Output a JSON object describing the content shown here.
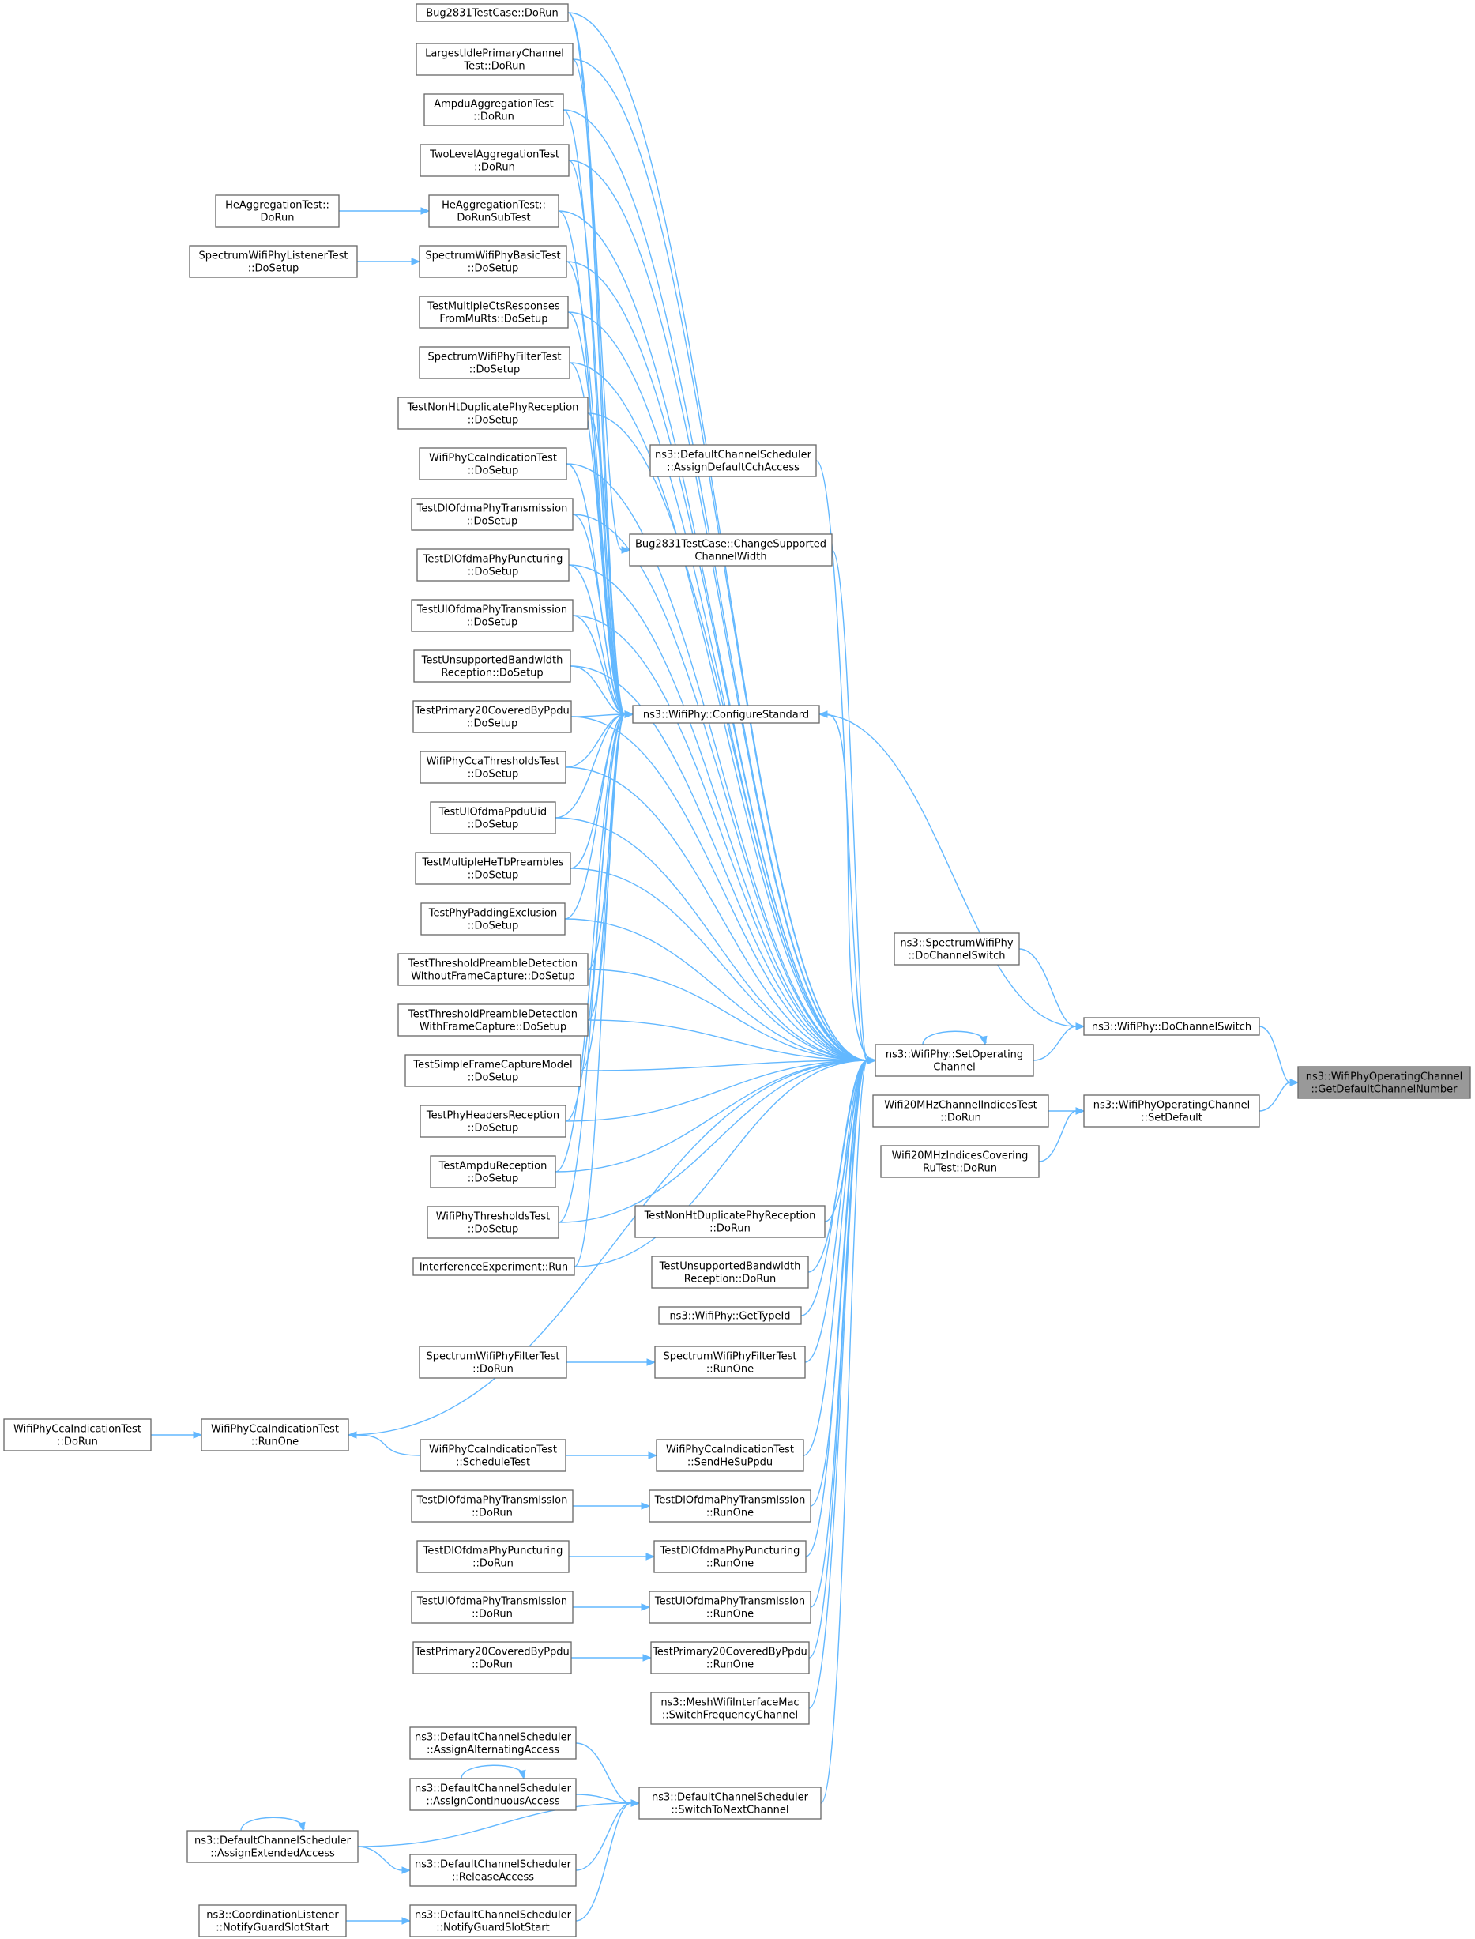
{
  "diagram": {
    "root": "getdefault",
    "nodes": [
      {
        "id": "getdefault",
        "lines": [
          "ns3::WifiPhyOperatingChannel",
          "::GetDefaultChannelNumber"
        ]
      },
      {
        "id": "dochanswitch",
        "lines": [
          "ns3::WifiPhy::DoChannelSwitch"
        ]
      },
      {
        "id": "setdefault",
        "lines": [
          "ns3::WifiPhyOperatingChannel",
          "::SetDefault"
        ]
      },
      {
        "id": "spectrumdoswitch",
        "lines": [
          "ns3::SpectrumWifiPhy",
          "::DoChannelSwitch"
        ]
      },
      {
        "id": "wifi20chan",
        "lines": [
          "Wifi20MHzChannelIndicesTest",
          "::DoRun"
        ]
      },
      {
        "id": "wifi20ru",
        "lines": [
          "Wifi20MHzIndicesCovering",
          "RuTest::DoRun"
        ]
      },
      {
        "id": "setop",
        "lines": [
          "ns3::WifiPhy::SetOperating",
          "Channel"
        ]
      },
      {
        "id": "configstd",
        "lines": [
          "ns3::WifiPhy::ConfigureStandard"
        ]
      },
      {
        "id": "assigndefcch",
        "lines": [
          "ns3::DefaultChannelScheduler",
          "::AssignDefaultCchAccess"
        ]
      },
      {
        "id": "bugchange",
        "lines": [
          "Bug2831TestCase::ChangeSupported",
          "ChannelWidth"
        ]
      },
      {
        "id": "bugdorun",
        "lines": [
          "Bug2831TestCase::DoRun"
        ]
      },
      {
        "id": "largestidle",
        "lines": [
          "LargestIdlePrimaryChannel",
          "Test::DoRun"
        ]
      },
      {
        "id": "ampduagg",
        "lines": [
          "AmpduAggregationTest",
          "::DoRun"
        ]
      },
      {
        "id": "twolevel",
        "lines": [
          "TwoLevelAggregationTest",
          "::DoRun"
        ]
      },
      {
        "id": "heaggsub",
        "lines": [
          "HeAggregationTest::",
          "DoRunSubTest"
        ]
      },
      {
        "id": "heaggrun",
        "lines": [
          "HeAggregationTest::",
          "DoRun"
        ]
      },
      {
        "id": "specbasic",
        "lines": [
          "SpectrumWifiPhyBasicTest",
          "::DoSetup"
        ]
      },
      {
        "id": "speclistener",
        "lines": [
          "SpectrumWifiPhyListenerTest",
          "::DoSetup"
        ]
      },
      {
        "id": "multicts",
        "lines": [
          "TestMultipleCtsResponses",
          "FromMuRts::DoSetup"
        ]
      },
      {
        "id": "specfiltersetup",
        "lines": [
          "SpectrumWifiPhyFilterTest",
          "::DoSetup"
        ]
      },
      {
        "id": "nonhtsetup",
        "lines": [
          "TestNonHtDuplicatePhyReception",
          "::DoSetup"
        ]
      },
      {
        "id": "ccaindsetup",
        "lines": [
          "WifiPhyCcaIndicationTest",
          "::DoSetup"
        ]
      },
      {
        "id": "dltxsetup",
        "lines": [
          "TestDlOfdmaPhyTransmission",
          "::DoSetup"
        ]
      },
      {
        "id": "dlpuncsetup",
        "lines": [
          "TestDlOfdmaPhyPuncturing",
          "::DoSetup"
        ]
      },
      {
        "id": "ultxsetup",
        "lines": [
          "TestUlOfdmaPhyTransmission",
          "::DoSetup"
        ]
      },
      {
        "id": "unsupbwsetup",
        "lines": [
          "TestUnsupportedBandwidth",
          "Reception::DoSetup"
        ]
      },
      {
        "id": "p20setup",
        "lines": [
          "TestPrimary20CoveredByPpdu",
          "::DoSetup"
        ]
      },
      {
        "id": "ccathresh",
        "lines": [
          "WifiPhyCcaThresholdsTest",
          "::DoSetup"
        ]
      },
      {
        "id": "ulppdu",
        "lines": [
          "TestUlOfdmaPpduUid",
          "::DoSetup"
        ]
      },
      {
        "id": "multihetb",
        "lines": [
          "TestMultipleHeTbPreambles",
          "::DoSetup"
        ]
      },
      {
        "id": "padexcl",
        "lines": [
          "TestPhyPaddingExclusion",
          "::DoSetup"
        ]
      },
      {
        "id": "threshwithout",
        "lines": [
          "TestThresholdPreambleDetection",
          "WithoutFrameCapture::DoSetup"
        ]
      },
      {
        "id": "threshwith",
        "lines": [
          "TestThresholdPreambleDetection",
          "WithFrameCapture::DoSetup"
        ]
      },
      {
        "id": "simplefc",
        "lines": [
          "TestSimpleFrameCaptureModel",
          "::DoSetup"
        ]
      },
      {
        "id": "phyheaders",
        "lines": [
          "TestPhyHeadersReception",
          "::DoSetup"
        ]
      },
      {
        "id": "ampdurecep",
        "lines": [
          "TestAmpduReception",
          "::DoSetup"
        ]
      },
      {
        "id": "phythresh",
        "lines": [
          "WifiPhyThresholdsTest",
          "::DoSetup"
        ]
      },
      {
        "id": "interfexp",
        "lines": [
          "InterferenceExperiment::Run"
        ]
      },
      {
        "id": "nonhtrun",
        "lines": [
          "TestNonHtDuplicatePhyReception",
          "::DoRun"
        ]
      },
      {
        "id": "unsupbwrun",
        "lines": [
          "TestUnsupportedBandwidth",
          "Reception::DoRun"
        ]
      },
      {
        "id": "gettypeid",
        "lines": [
          "ns3::WifiPhy::GetTypeId"
        ]
      },
      {
        "id": "specfilterrunone",
        "lines": [
          "SpectrumWifiPhyFilterTest",
          "::RunOne"
        ]
      },
      {
        "id": "specfilterdorun",
        "lines": [
          "SpectrumWifiPhyFilterTest",
          "::DoRun"
        ]
      },
      {
        "id": "ccarunone",
        "lines": [
          "WifiPhyCcaIndicationTest",
          "::RunOne"
        ]
      },
      {
        "id": "ccadorun",
        "lines": [
          "WifiPhyCcaIndicationTest",
          "::DoRun"
        ]
      },
      {
        "id": "ccasched",
        "lines": [
          "WifiPhyCcaIndicationTest",
          "::ScheduleTest"
        ]
      },
      {
        "id": "ccasendhe",
        "lines": [
          "WifiPhyCcaIndicationTest",
          "::SendHeSuPpdu"
        ]
      },
      {
        "id": "dltxrunone",
        "lines": [
          "TestDlOfdmaPhyTransmission",
          "::RunOne"
        ]
      },
      {
        "id": "dltxdorun",
        "lines": [
          "TestDlOfdmaPhyTransmission",
          "::DoRun"
        ]
      },
      {
        "id": "dlpuncrunone",
        "lines": [
          "TestDlOfdmaPhyPuncturing",
          "::RunOne"
        ]
      },
      {
        "id": "dlpuncdorun",
        "lines": [
          "TestDlOfdmaPhyPuncturing",
          "::DoRun"
        ]
      },
      {
        "id": "ultxrunone",
        "lines": [
          "TestUlOfdmaPhyTransmission",
          "::RunOne"
        ]
      },
      {
        "id": "ultxdorun",
        "lines": [
          "TestUlOfdmaPhyTransmission",
          "::DoRun"
        ]
      },
      {
        "id": "p20runone",
        "lines": [
          "TestPrimary20CoveredByPpdu",
          "::RunOne"
        ]
      },
      {
        "id": "p20dorun",
        "lines": [
          "TestPrimary20CoveredByPpdu",
          "::DoRun"
        ]
      },
      {
        "id": "meshswitch",
        "lines": [
          "ns3::MeshWifiInterfaceMac",
          "::SwitchFrequencyChannel"
        ]
      },
      {
        "id": "switchnext",
        "lines": [
          "ns3::DefaultChannelScheduler",
          "::SwitchToNextChannel"
        ]
      },
      {
        "id": "assignalt",
        "lines": [
          "ns3::DefaultChannelScheduler",
          "::AssignAlternatingAccess"
        ]
      },
      {
        "id": "assigncont",
        "lines": [
          "ns3::DefaultChannelScheduler",
          "::AssignContinuousAccess"
        ]
      },
      {
        "id": "assignext",
        "lines": [
          "ns3::DefaultChannelScheduler",
          "::AssignExtendedAccess"
        ]
      },
      {
        "id": "release",
        "lines": [
          "ns3::DefaultChannelScheduler",
          "::ReleaseAccess"
        ]
      },
      {
        "id": "notifyguard",
        "lines": [
          "ns3::DefaultChannelScheduler",
          "::NotifyGuardSlotStart"
        ]
      },
      {
        "id": "coordnotify",
        "lines": [
          "ns3::CoordinationListener",
          "::NotifyGuardSlotStart"
        ]
      }
    ],
    "edges": [
      [
        "dochanswitch",
        "getdefault"
      ],
      [
        "setdefault",
        "getdefault"
      ],
      [
        "spectrumdoswitch",
        "dochanswitch"
      ],
      [
        "setop",
        "dochanswitch"
      ],
      [
        "configstd",
        "dochanswitch"
      ],
      [
        "wifi20chan",
        "setdefault"
      ],
      [
        "wifi20ru",
        "setdefault"
      ],
      [
        "setop",
        "setop"
      ],
      [
        "setop",
        "configstd"
      ],
      [
        "assigndefcch",
        "setop"
      ],
      [
        "bugchange",
        "setop"
      ],
      [
        "bugdorun",
        "setop"
      ],
      [
        "bugdorun",
        "configstd"
      ],
      [
        "bugdorun",
        "bugchange"
      ],
      [
        "largestidle",
        "setop"
      ],
      [
        "largestidle",
        "configstd"
      ],
      [
        "ampduagg",
        "setop"
      ],
      [
        "ampduagg",
        "configstd"
      ],
      [
        "twolevel",
        "setop"
      ],
      [
        "twolevel",
        "configstd"
      ],
      [
        "heaggsub",
        "setop"
      ],
      [
        "heaggsub",
        "configstd"
      ],
      [
        "heaggrun",
        "heaggsub"
      ],
      [
        "specbasic",
        "setop"
      ],
      [
        "specbasic",
        "configstd"
      ],
      [
        "speclistener",
        "specbasic"
      ],
      [
        "multicts",
        "setop"
      ],
      [
        "multicts",
        "configstd"
      ],
      [
        "specfiltersetup",
        "setop"
      ],
      [
        "specfiltersetup",
        "configstd"
      ],
      [
        "nonhtsetup",
        "setop"
      ],
      [
        "nonhtsetup",
        "configstd"
      ],
      [
        "ccaindsetup",
        "setop"
      ],
      [
        "ccaindsetup",
        "configstd"
      ],
      [
        "dltxsetup",
        "setop"
      ],
      [
        "dltxsetup",
        "configstd"
      ],
      [
        "dlpuncsetup",
        "setop"
      ],
      [
        "dlpuncsetup",
        "configstd"
      ],
      [
        "ultxsetup",
        "setop"
      ],
      [
        "ultxsetup",
        "configstd"
      ],
      [
        "unsupbwsetup",
        "setop"
      ],
      [
        "unsupbwsetup",
        "configstd"
      ],
      [
        "p20setup",
        "setop"
      ],
      [
        "p20setup",
        "configstd"
      ],
      [
        "ccathresh",
        "setop"
      ],
      [
        "ccathresh",
        "configstd"
      ],
      [
        "ulppdu",
        "setop"
      ],
      [
        "ulppdu",
        "configstd"
      ],
      [
        "multihetb",
        "setop"
      ],
      [
        "multihetb",
        "configstd"
      ],
      [
        "padexcl",
        "setop"
      ],
      [
        "padexcl",
        "configstd"
      ],
      [
        "threshwithout",
        "setop"
      ],
      [
        "threshwithout",
        "configstd"
      ],
      [
        "threshwith",
        "setop"
      ],
      [
        "threshwith",
        "configstd"
      ],
      [
        "simplefc",
        "setop"
      ],
      [
        "simplefc",
        "configstd"
      ],
      [
        "phyheaders",
        "setop"
      ],
      [
        "phyheaders",
        "configstd"
      ],
      [
        "ampdurecep",
        "setop"
      ],
      [
        "ampdurecep",
        "configstd"
      ],
      [
        "phythresh",
        "setop"
      ],
      [
        "phythresh",
        "configstd"
      ],
      [
        "interfexp",
        "setop"
      ],
      [
        "interfexp",
        "configstd"
      ],
      [
        "nonhtrun",
        "setop"
      ],
      [
        "unsupbwrun",
        "setop"
      ],
      [
        "gettypeid",
        "setop"
      ],
      [
        "specfilterrunone",
        "setop"
      ],
      [
        "specfilterdorun",
        "specfilterrunone"
      ],
      [
        "ccarunone",
        "setop"
      ],
      [
        "ccadorun",
        "ccarunone"
      ],
      [
        "ccasched",
        "ccarunone"
      ],
      [
        "ccasched",
        "ccasendhe"
      ],
      [
        "ccasendhe",
        "setop"
      ],
      [
        "dltxrunone",
        "setop"
      ],
      [
        "dltxdorun",
        "dltxrunone"
      ],
      [
        "dlpuncrunone",
        "setop"
      ],
      [
        "dlpuncdorun",
        "dlpuncrunone"
      ],
      [
        "ultxrunone",
        "setop"
      ],
      [
        "ultxdorun",
        "ultxrunone"
      ],
      [
        "p20runone",
        "setop"
      ],
      [
        "p20dorun",
        "p20runone"
      ],
      [
        "meshswitch",
        "setop"
      ],
      [
        "switchnext",
        "setop"
      ],
      [
        "assignalt",
        "switchnext"
      ],
      [
        "assigncont",
        "switchnext"
      ],
      [
        "assigncont",
        "assigncont"
      ],
      [
        "assignext",
        "switchnext"
      ],
      [
        "assignext",
        "assignext"
      ],
      [
        "release",
        "switchnext"
      ],
      [
        "assignext",
        "release"
      ],
      [
        "notifyguard",
        "switchnext"
      ],
      [
        "coordnotify",
        "notifyguard"
      ]
    ]
  }
}
